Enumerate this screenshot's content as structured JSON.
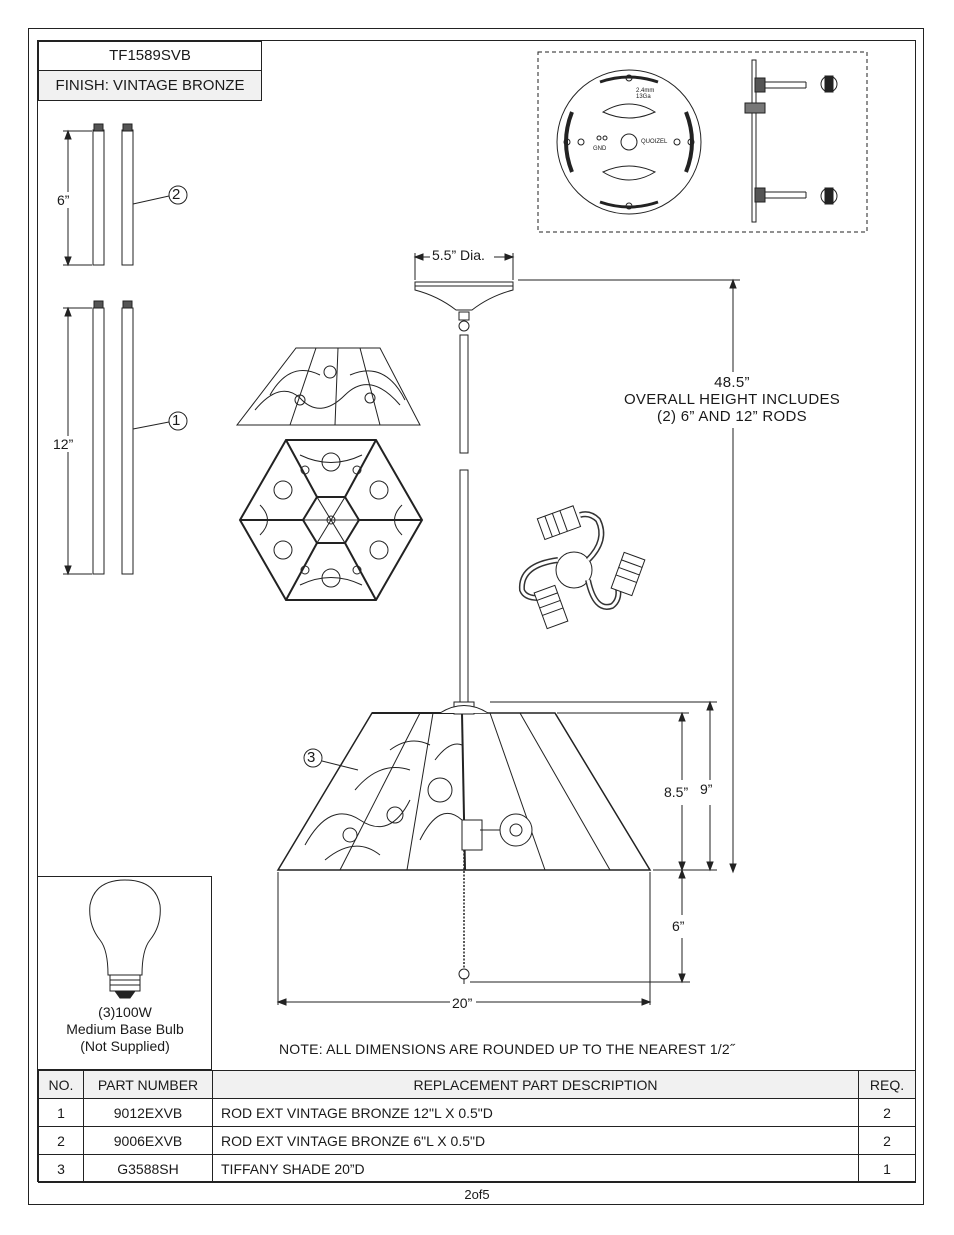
{
  "header": {
    "model": "TF1589SVB",
    "finish": "FINISH: VINTAGE BRONZE"
  },
  "dimensions": {
    "rod_short": "6”",
    "rod_long": "12”",
    "canopy_dia": "5.5” Dia.",
    "overall_value": "48.5”",
    "overall_line1": "OVERALL HEIGHT INCLUDES",
    "overall_line2": "(2) 6” AND 12” RODS",
    "shade_height_a": "8.5”",
    "shade_height_b": "9”",
    "chain_length": "6”",
    "shade_width": "20”"
  },
  "callouts": {
    "rod_long": "1",
    "rod_short": "2",
    "shade": "3"
  },
  "plate_text": {
    "gauge_line1": "2.4mm",
    "gauge_line2": "13Ga",
    "gnd": "GND",
    "brand": "QUOIZEL"
  },
  "bulb": {
    "line1": "(3)100W",
    "line2": "Medium Base Bulb",
    "line3": "(Not Supplied)"
  },
  "note": "NOTE:  ALL DIMENSIONS ARE ROUNDED UP TO THE NEAREST  1/2˝",
  "parts_table": {
    "headers": {
      "no": "NO.",
      "part": "PART NUMBER",
      "desc": "REPLACEMENT PART DESCRIPTION",
      "req": "REQ."
    },
    "rows": [
      {
        "no": "1",
        "part": "9012EXVB",
        "desc": "ROD EXT VINTAGE BRONZE 12\"L X 0.5\"D",
        "req": "2"
      },
      {
        "no": "2",
        "part": "9006EXVB",
        "desc": "ROD EXT VINTAGE BRONZE 6\"L X 0.5\"D",
        "req": "2"
      },
      {
        "no": "3",
        "part": "G3588SH",
        "desc": "TIFFANY SHADE 20”D",
        "req": "1"
      }
    ]
  },
  "page_number": "2of5"
}
